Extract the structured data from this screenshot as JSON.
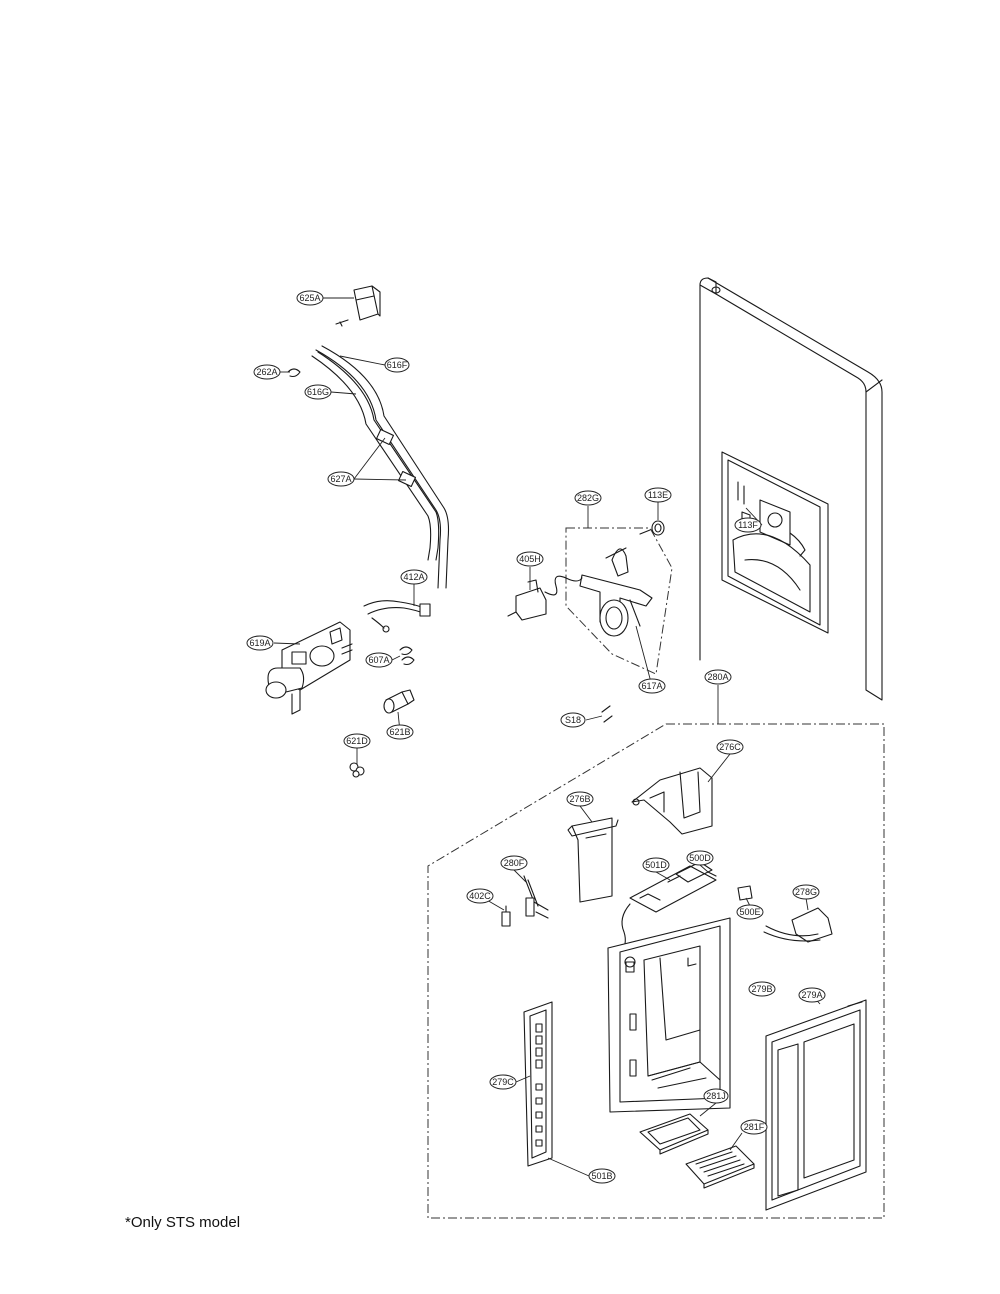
{
  "footnote": "*Only STS model",
  "labels": {
    "l625A": "625A",
    "l262A": "262A",
    "l616F": "616F",
    "l616G": "616G",
    "l627A": "627A",
    "l412A": "412A",
    "l619A": "619A",
    "l607A": "607A",
    "l621B": "621B",
    "l621D": "621D",
    "l282G": "282G",
    "l113E": "113E",
    "l113F": "113F",
    "l405H": "405H",
    "l617A": "617A",
    "l280A": "280A",
    "lS18": "S18",
    "l276C": "276C",
    "l276B": "276B",
    "l280F": "280F",
    "l501D": "501D",
    "l500D": "500D",
    "l402C": "402C",
    "l500E": "500E",
    "l278G": "278G",
    "l279B": "279B",
    "l279A": "279A",
    "l279C": "279C",
    "l281J": "281J",
    "l281F": "281F",
    "l501B": "501B"
  }
}
